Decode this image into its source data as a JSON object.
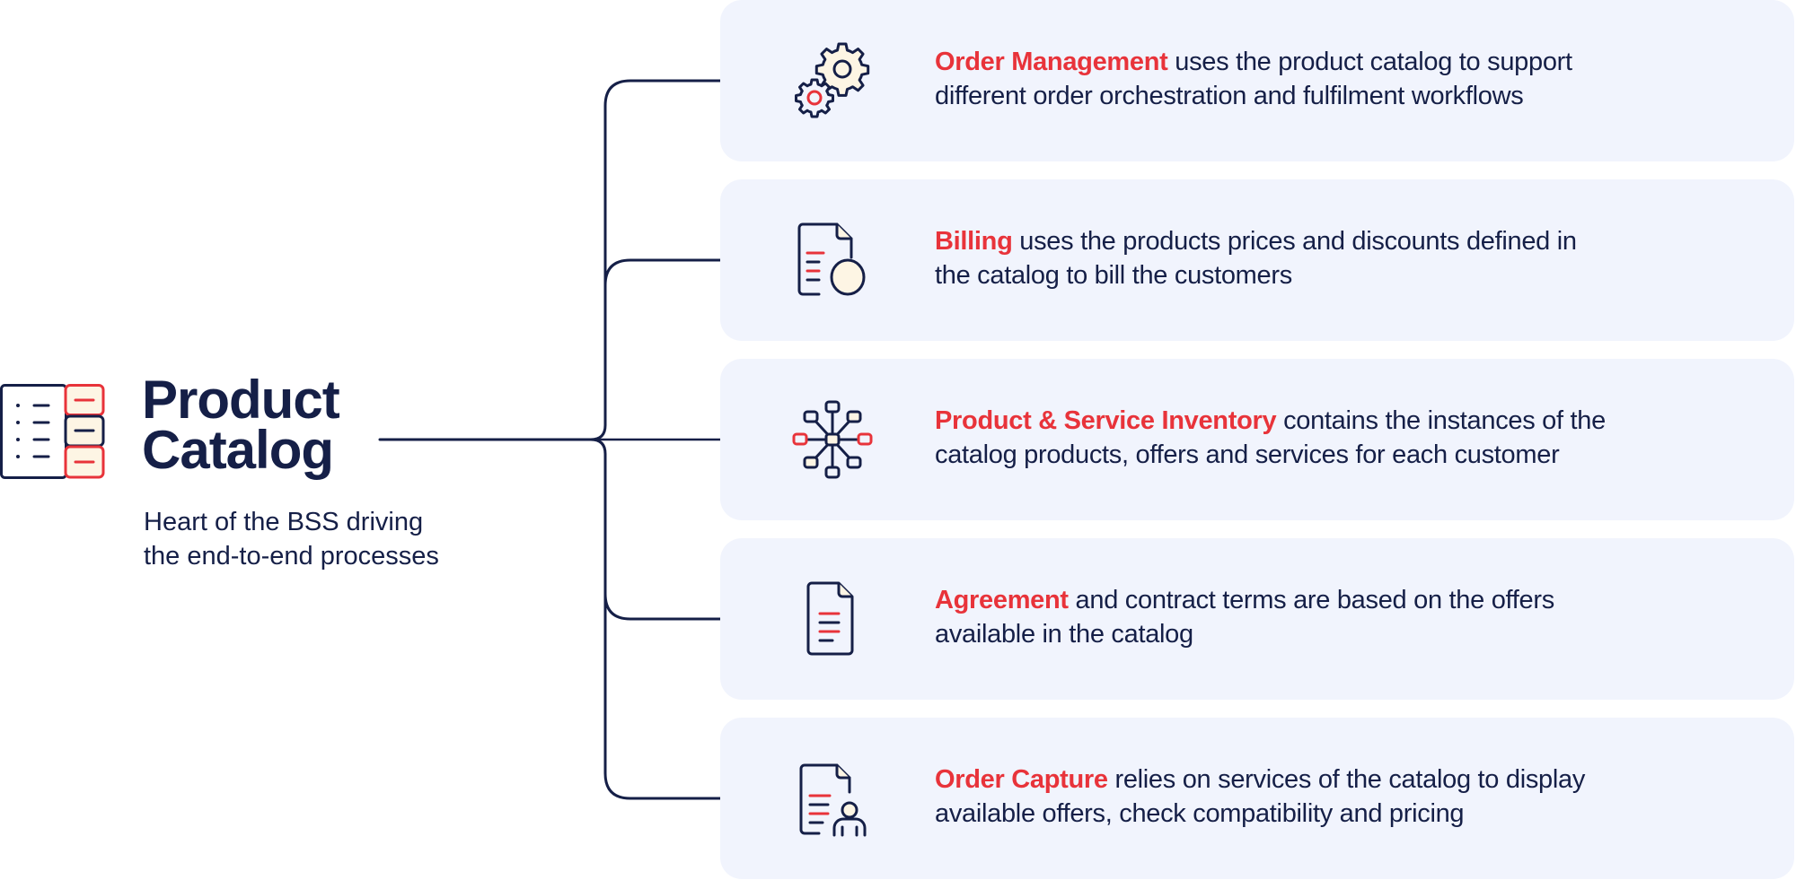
{
  "hub": {
    "icon": "catalog-list-icon",
    "title_line1": "Product",
    "title_line2": "Catalog",
    "subtitle_line1": "Heart of the BSS driving",
    "subtitle_line2": "the end-to-end processes"
  },
  "colors": {
    "navy": "#151f47",
    "accent_red": "#e8333a",
    "card_bg": "#f1f4fd",
    "icon_fill_cream": "#fdf5e4"
  },
  "cards": [
    {
      "icon": "gears-icon",
      "highlight": "Order Management",
      "text_line1": " uses the product catalog to support",
      "text_line2": "different order orchestration and fulfilment workflows"
    },
    {
      "icon": "billing-document-coin-icon",
      "highlight": "Billing",
      "text_line1": " uses the products prices and discounts defined in",
      "text_line2": "the catalog to bill the customers"
    },
    {
      "icon": "network-nodes-icon",
      "highlight": "Product & Service Inventory",
      "text_line1": " contains the instances of the",
      "text_line2": "catalog products, offers and services for each customer"
    },
    {
      "icon": "agreement-document-icon",
      "highlight": "Agreement",
      "text_line1": " and contract terms are based on the offers",
      "text_line2": "available in the catalog"
    },
    {
      "icon": "order-capture-document-person-icon",
      "highlight": "Order Capture",
      "text_line1": " relies on services of the catalog to display",
      "text_line2": "available offers, check compatibility and pricing"
    }
  ]
}
